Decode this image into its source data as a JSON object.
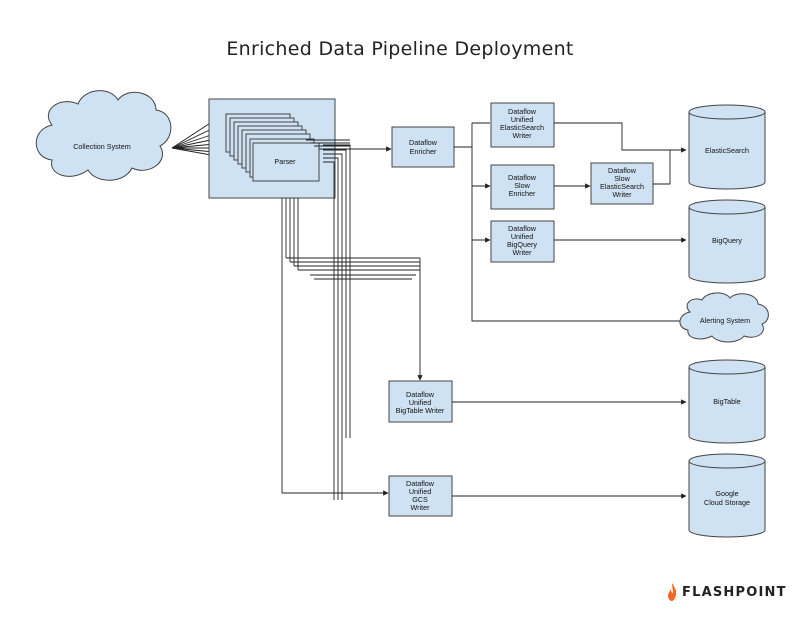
{
  "title": "Enriched Data Pipeline Deployment",
  "nodes": {
    "collection_system": "Collection System",
    "parser": "Parser",
    "enricher": [
      "Dataflow",
      "Enricher"
    ],
    "es_writer": [
      "Dataflow",
      "Unified",
      "ElasticSearch",
      "Writer"
    ],
    "slow_enricher": [
      "Dataflow",
      "Slow",
      "Enricher"
    ],
    "slow_es_writer": [
      "Dataflow",
      "Slow",
      "ElasticSearch",
      "Writer"
    ],
    "bq_writer": [
      "Dataflow",
      "Unified",
      "BigQuery",
      "Writer"
    ],
    "bt_writer": [
      "Dataflow",
      "Unified",
      "BigTable Writer"
    ],
    "gcs_writer": [
      "Dataflow",
      "Unified",
      "GCS",
      "Writer"
    ],
    "elasticsearch": "ElasticSearch",
    "bigquery": "BigQuery",
    "alerting": "Alerting System",
    "bigtable": "BigTable",
    "gcs": [
      "Google",
      "Cloud Storage"
    ]
  },
  "brand": {
    "name": "FLASHPOINT",
    "color": "#f26722"
  },
  "colors": {
    "box_fill": "#cfe2f3",
    "stroke": "#444444"
  }
}
